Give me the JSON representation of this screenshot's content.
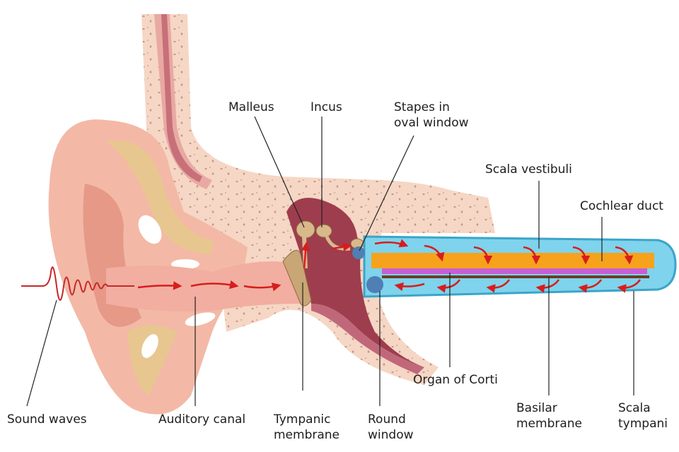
{
  "labels": {
    "malleus": "Malleus",
    "incus": "Incus",
    "stapes": [
      "Stapes in",
      "oval window"
    ],
    "scala_vestibuli": "Scala vestibuli",
    "cochlear_duct": "Cochlear duct",
    "sound_waves": "Sound waves",
    "auditory_canal": "Auditory canal",
    "tympanic": [
      "Tympanic",
      "membrane"
    ],
    "round_window": [
      "Round",
      "window"
    ],
    "organ_of_corti": "Organ of Corti",
    "basilar": [
      "Basilar",
      "membrane"
    ],
    "scala_tympani": [
      "Scala",
      "tympani"
    ]
  },
  "colors": {
    "skin": "#f3b9a6",
    "skin_dark": "#e08b7a",
    "bone": "#f6d6c4",
    "cartilage": "#e7c78f",
    "cavity": "#9e3d4e",
    "ossicle": "#d9b98a",
    "cochlea_fluid": "#7fd3ec",
    "duct": "#f7a21c",
    "basilar": "#c65fd6",
    "arrow": "#d71d1d",
    "window": "#4f7fb4"
  }
}
